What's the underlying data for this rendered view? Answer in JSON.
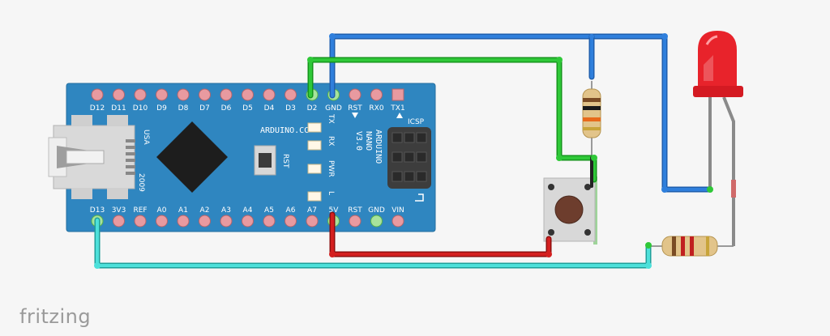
{
  "app": {
    "logo_text": "fritzing"
  },
  "board": {
    "name_lines": [
      "ARDUINO",
      "NANO",
      "V3.0"
    ],
    "brand": "ARDUINO.CC",
    "usa": "USA",
    "year": "2009",
    "rst_button_label": "RST",
    "icsp_label": "ICSP",
    "led_labels": [
      "TX",
      "RX",
      "PWR",
      "L"
    ],
    "top_pins": [
      "D12",
      "D11",
      "D10",
      "D9",
      "D8",
      "D7",
      "D6",
      "D5",
      "D4",
      "D3",
      "D2",
      "GND",
      "RST",
      "RX0",
      "TX1"
    ],
    "bottom_pins": [
      "D13",
      "3V3",
      "REF",
      "A0",
      "A1",
      "A2",
      "A3",
      "A4",
      "A5",
      "A6",
      "A7",
      "5V",
      "RST",
      "GND",
      "VIN"
    ]
  },
  "colors": {
    "board": "#2f86c0",
    "wire_blue": "#2a6fc9",
    "wire_green": "#22b82a",
    "wire_red": "#c01818",
    "wire_cyan": "#2ec8c2",
    "wire_gray": "#8a8a8a",
    "led": "#e8232b"
  }
}
